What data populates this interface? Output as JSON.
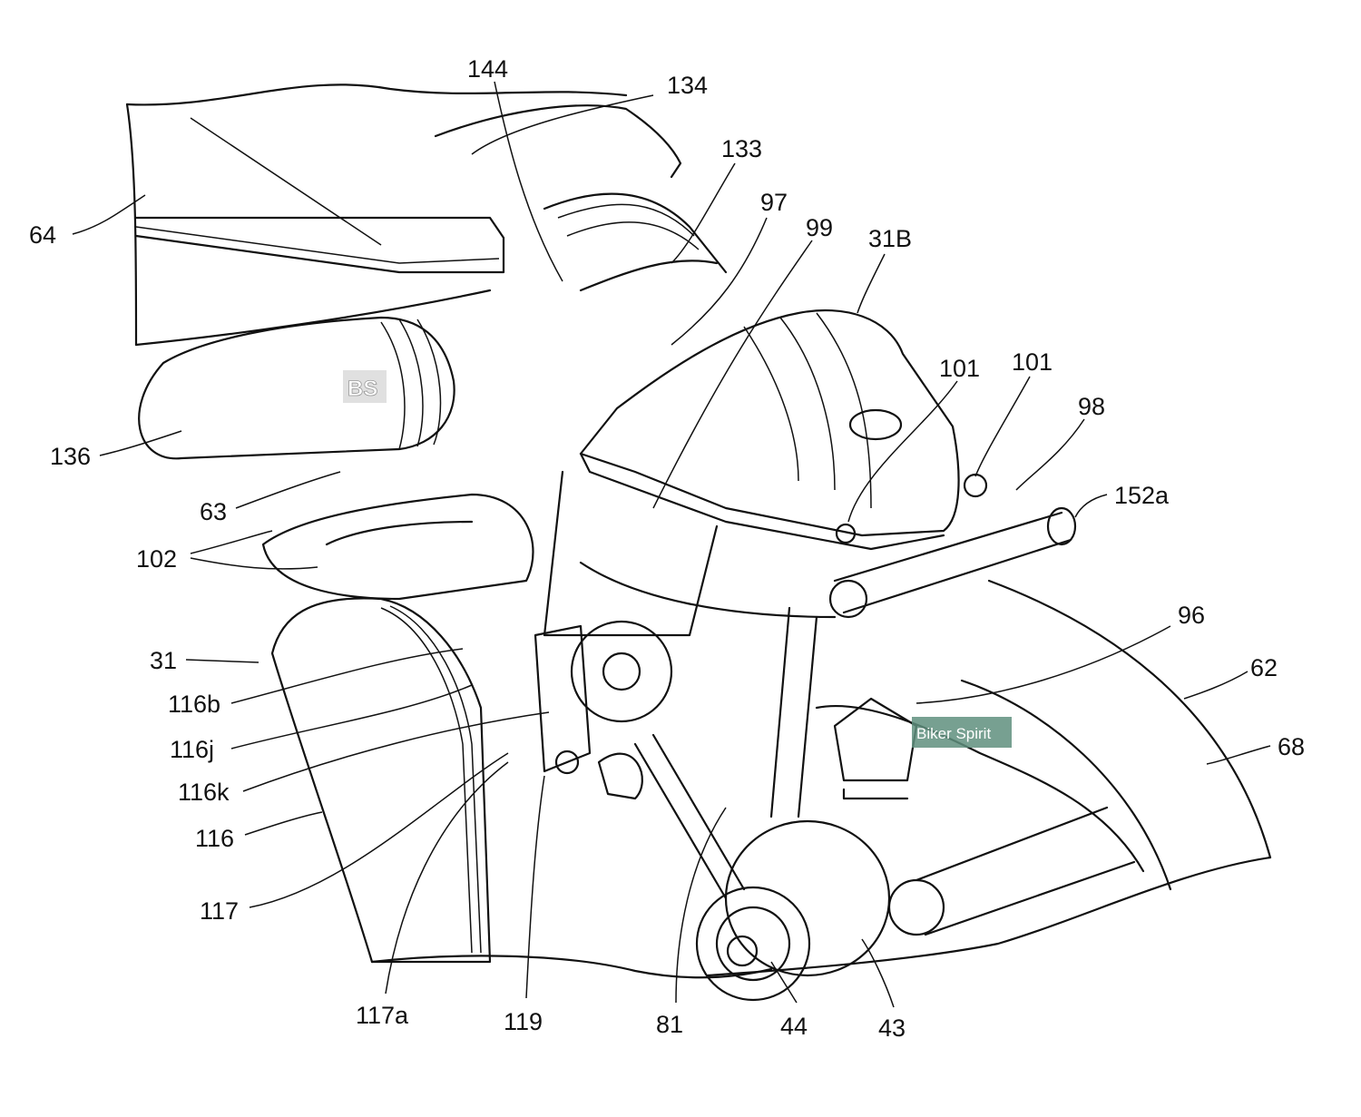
{
  "figure": {
    "labels": {
      "l144": "144",
      "l134": "134",
      "l133": "133",
      "l97": "97",
      "l99": "99",
      "l31B": "31B",
      "l64": "64",
      "l101a": "101",
      "l101b": "101",
      "l98": "98",
      "l152a": "152a",
      "l136": "136",
      "l63": "63",
      "l102": "102",
      "l96": "96",
      "l62": "62",
      "l31": "31",
      "l116b": "116b",
      "l116j": "116j",
      "l116k": "116k",
      "l68": "68",
      "l116": "116",
      "l117": "117",
      "l117a": "117a",
      "l119": "119",
      "l81": "81",
      "l44": "44",
      "l43": "43"
    },
    "watermarks": {
      "bs": "BS",
      "biker_spirit": "Biker Spirit"
    },
    "colors": {
      "line": "#111111",
      "watermark_bg": "#5f8f7e"
    }
  }
}
